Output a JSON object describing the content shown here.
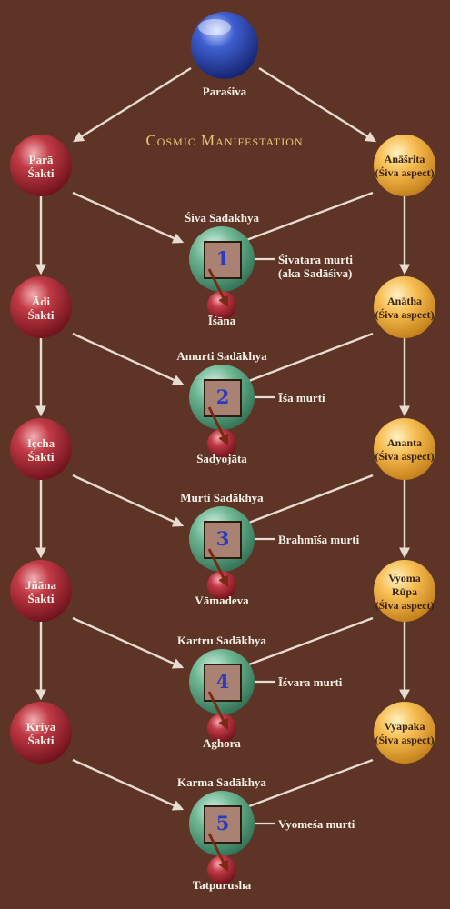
{
  "top": {
    "label": "Paraśiva"
  },
  "title": "Cosmic Manifestation",
  "shaktis": [
    {
      "line1": "Parā",
      "line2": "Śakti"
    },
    {
      "line1": "Ādi",
      "line2": "Śakti"
    },
    {
      "line1": "Içcha",
      "line2": "Śakti"
    },
    {
      "line1": "Jñāna",
      "line2": "Śakti"
    },
    {
      "line1": "Kriyā",
      "line2": "Śakti"
    }
  ],
  "aspects": [
    {
      "line1": "Anāśrita",
      "line2": "(Śiva aspect)"
    },
    {
      "line1": "Anātha",
      "line2": "(Śiva aspect)"
    },
    {
      "line1": "Ananta",
      "line2": "(Śiva aspect)"
    },
    {
      "line1": "Vyoma Rūpa",
      "line2": "(Śiva aspect)"
    },
    {
      "line1": "Vyapaka",
      "line2": "(Śiva aspect)"
    }
  ],
  "sadakhyas": [
    {
      "name": "Śiva Sadākhya",
      "number": "1",
      "murti": "Śivatara murti",
      "murti_sub": "(aka Sadāśiva)",
      "face": "Īśāna"
    },
    {
      "name": "Amurti Sadākhya",
      "number": "2",
      "murti": "Īśa murti",
      "murti_sub": "",
      "face": "Sadyojāta"
    },
    {
      "name": "Murti Sadākhya",
      "number": "3",
      "murti": "Brahmīśa murti",
      "murti_sub": "",
      "face": "Vāmadeva"
    },
    {
      "name": "Kartru Sadākhya",
      "number": "4",
      "murti": "Īśvara murti",
      "murti_sub": "",
      "face": "Aghora"
    },
    {
      "name": "Karma Sadākhya",
      "number": "5",
      "murti": "Vyomeśa murti",
      "murti_sub": "",
      "face": "Tatpurusha"
    }
  ],
  "colors": {
    "background": "#5e3426",
    "arrow": "#e6dcd0",
    "red_sphere": "#a82a36",
    "gold_sphere": "#f5b446",
    "green_sphere": "#5fa985",
    "blue_sphere": "#2d47b8",
    "square_fill": "#a98274",
    "stick": "#7a2a14",
    "title": "#e8c878"
  }
}
